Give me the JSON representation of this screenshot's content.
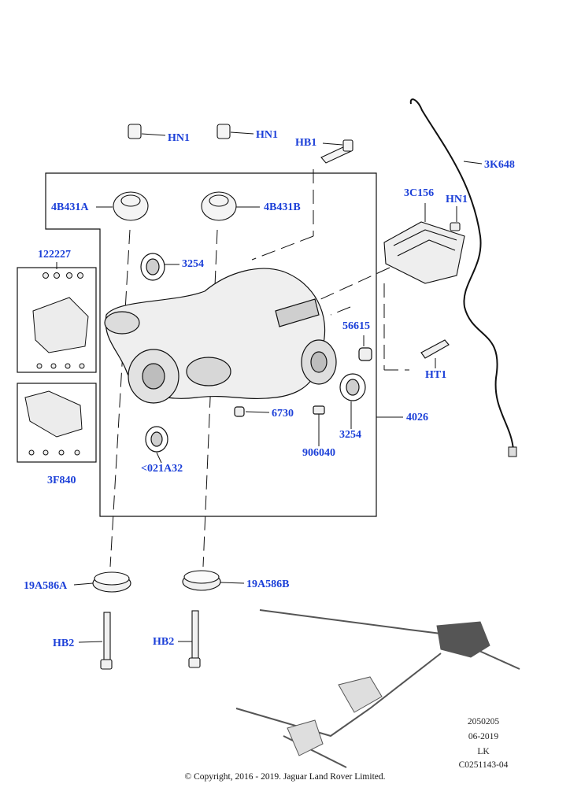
{
  "callouts": {
    "hn1_left": "HN1",
    "hn1_mid": "HN1",
    "hb1": "HB1",
    "k3648": "3K648",
    "c3156": "3C156",
    "hn1_right": "HN1",
    "b4431a": "4B431A",
    "b4431b": "4B431B",
    "p122227": "122227",
    "p3254_top": "3254",
    "p56615": "56615",
    "ht1": "HT1",
    "p6730": "6730",
    "p4026": "4026",
    "p3254_bottom": "3254",
    "p906040": "906040",
    "p021a32": "<021A32",
    "f3840": "3F840",
    "a19586a": "19A586A",
    "a19586b": "19A586B",
    "hb2_left": "HB2",
    "hb2_right": "HB2"
  },
  "meta": {
    "code": "2050205",
    "date": "06-2019",
    "initials": "LK",
    "ref": "C0251143-04",
    "copyright": "© Copyright, 2016 - 2019. Jaguar Land Rover Limited."
  },
  "colors": {
    "callout": "#1b3fd8",
    "line": "#111111"
  }
}
